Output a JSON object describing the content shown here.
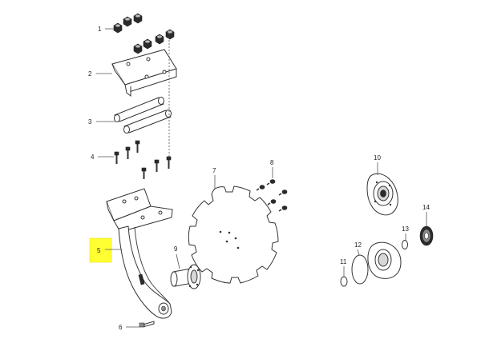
{
  "callouts": {
    "c1": "1",
    "c2": "2",
    "c3": "3",
    "c4": "4",
    "c5": "5",
    "c6": "6",
    "c7": "7",
    "c8": "8",
    "c9": "9",
    "c10": "10",
    "c11": "11",
    "c12": "12",
    "c13": "13",
    "c14": "14"
  },
  "highlight": {
    "target": "5",
    "color": "#ffff33"
  }
}
